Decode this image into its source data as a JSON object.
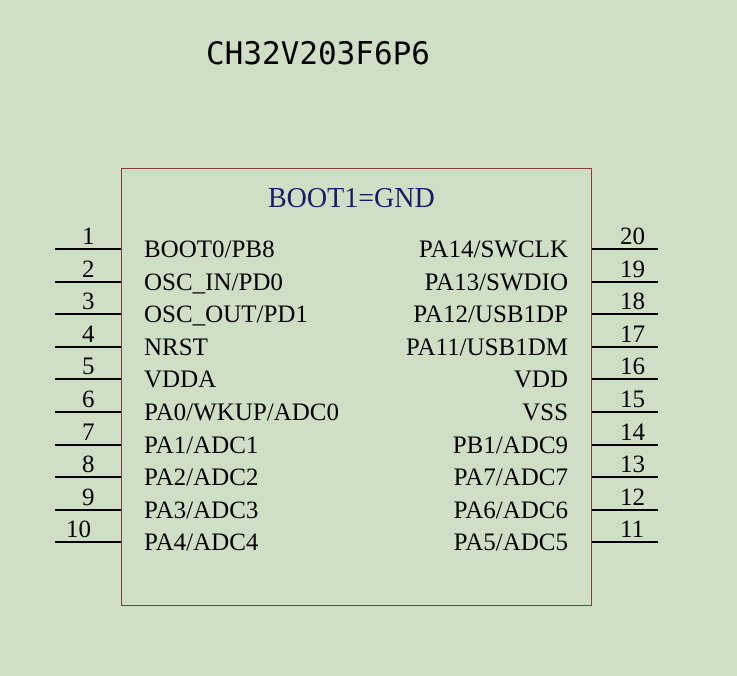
{
  "chip": {
    "part_number": "CH32V203F6P6",
    "boot_note": "BOOT1=GND"
  },
  "colors": {
    "background": "#cfdfc5",
    "body_border": "#8b3a3a",
    "boot_note": "#1a1a66",
    "pin_line": "#000000"
  },
  "pins_left": [
    {
      "num": "1",
      "name": "BOOT0/PB8"
    },
    {
      "num": "2",
      "name": "OSC_IN/PD0"
    },
    {
      "num": "3",
      "name": "OSC_OUT/PD1"
    },
    {
      "num": "4",
      "name": "NRST"
    },
    {
      "num": "5",
      "name": "VDDA"
    },
    {
      "num": "6",
      "name": "PA0/WKUP/ADC0"
    },
    {
      "num": "7",
      "name": "PA1/ADC1"
    },
    {
      "num": "8",
      "name": "PA2/ADC2"
    },
    {
      "num": "9",
      "name": "PA3/ADC3"
    },
    {
      "num": "10",
      "name": "PA4/ADC4"
    }
  ],
  "pins_right": [
    {
      "num": "20",
      "name": "PA14/SWCLK"
    },
    {
      "num": "19",
      "name": "PA13/SWDIO"
    },
    {
      "num": "18",
      "name": "PA12/USB1DP"
    },
    {
      "num": "17",
      "name": "PA11/USB1DM"
    },
    {
      "num": "16",
      "name": "VDD"
    },
    {
      "num": "15",
      "name": "VSS"
    },
    {
      "num": "14",
      "name": "PB1/ADC9"
    },
    {
      "num": "13",
      "name": "PA7/ADC7"
    },
    {
      "num": "12",
      "name": "PA6/ADC6"
    },
    {
      "num": "11",
      "name": "PA5/ADC5"
    }
  ]
}
